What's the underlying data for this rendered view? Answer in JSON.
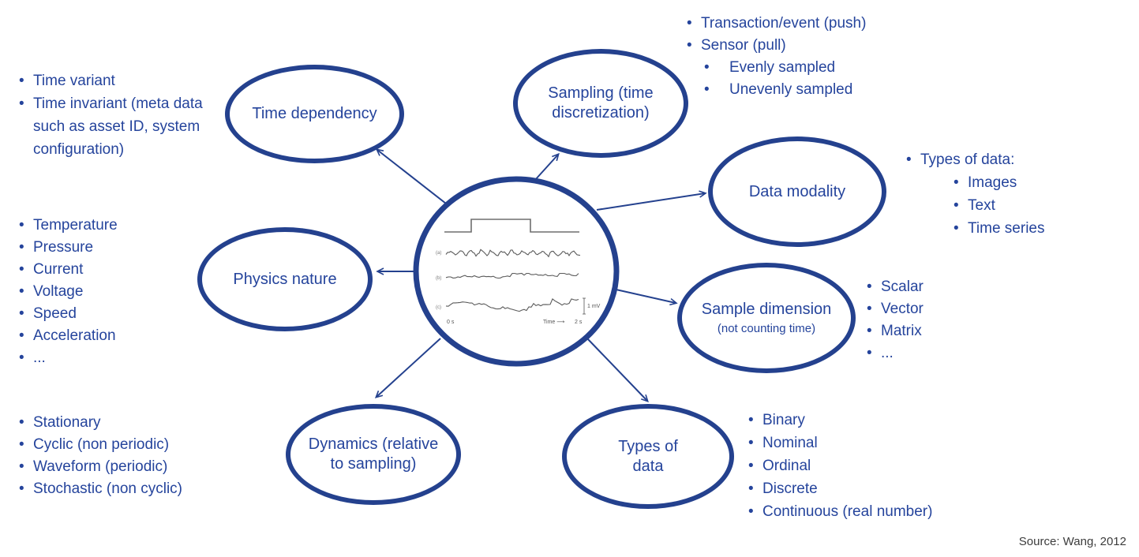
{
  "colors": {
    "accent_blue": "#24418e",
    "text_blue": "#25449c",
    "waveform_gray": "#6e6e6e",
    "caption_gray": "#3c3c3c"
  },
  "nodes": {
    "time_dependency": {
      "label": "Time dependency"
    },
    "sampling": {
      "label": "Sampling (time discretization)"
    },
    "data_modality": {
      "label": "Data modality"
    },
    "physics_nature": {
      "label": "Physics nature"
    },
    "sample_dimension": {
      "label": "Sample dimension",
      "sublabel": "(not counting time)"
    },
    "dynamics": {
      "label": "Dynamics (relative to sampling)"
    },
    "types_of_data": {
      "label": "Types of data"
    }
  },
  "lists": {
    "time_dependency": {
      "items": [
        "Time variant",
        "Time invariant  (meta data such  as asset ID, system configuration)"
      ]
    },
    "sampling": {
      "items": [
        "Transaction/event (push)",
        "Sensor (pull)"
      ],
      "subitems": [
        "Evenly sampled",
        "Unevenly sampled"
      ]
    },
    "data_modality": {
      "items": [
        "Types of data:"
      ],
      "subitems": [
        "Images",
        "Text",
        "Time series"
      ]
    },
    "physics_nature": {
      "items": [
        "Temperature",
        "Pressure",
        "Current",
        "Voltage",
        "Speed",
        "Acceleration",
        "..."
      ]
    },
    "sample_dimension": {
      "items": [
        "Scalar",
        "Vector",
        "Matrix",
        "..."
      ]
    },
    "dynamics": {
      "items": [
        "Stationary",
        "Cyclic (non periodic)",
        "Waveform (periodic)",
        "Stochastic (non cyclic)"
      ]
    },
    "types_of_data": {
      "items": [
        "Binary",
        "Nominal",
        "Ordinal",
        "Discrete",
        "Continuous (real number)"
      ]
    }
  },
  "figure": {
    "trace_labels": [
      "(a)",
      "(b)",
      "(c)"
    ],
    "x_start": "0 s",
    "x_axis_label": "Time ⟶",
    "x_end": "2 s",
    "scale_label": "1 mV"
  },
  "source_caption": "Source: Wang, 2012"
}
